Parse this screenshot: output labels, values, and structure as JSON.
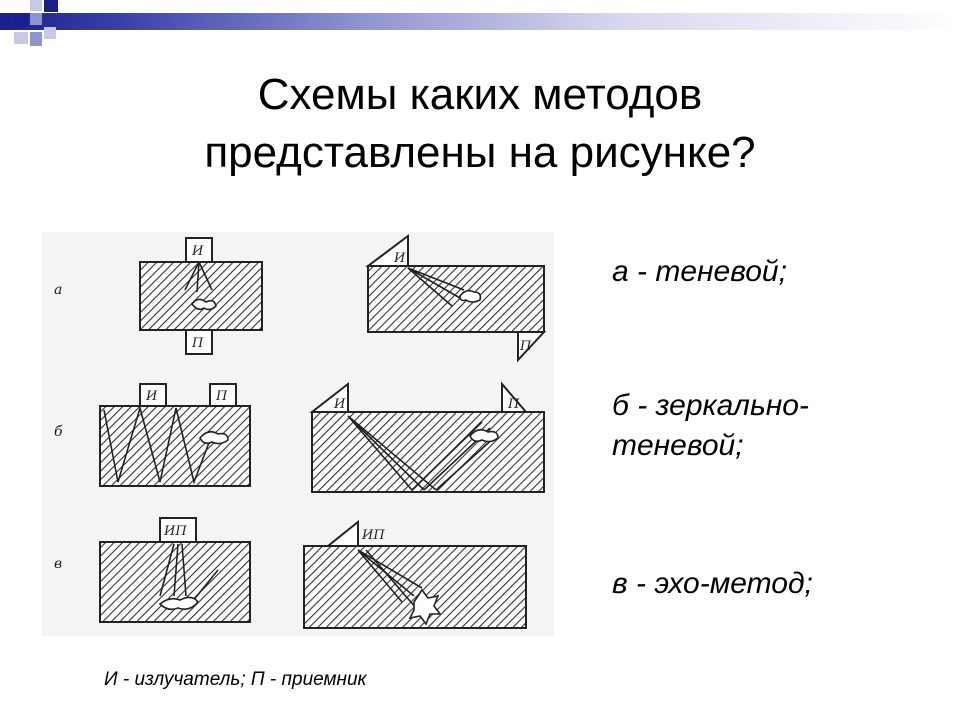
{
  "slide": {
    "title_line1": "Схемы каких методов",
    "title_line2": "представлены на рисунке?",
    "answers": [
      "а - теневой;",
      " б - зеркально-\nтеневой;",
      "в - эхо-метод;"
    ],
    "caption": "И - излучатель; П - приемник",
    "colors": {
      "accent": "#1a1f8c",
      "accent_light": "#8f93cf",
      "text": "#000000"
    }
  },
  "figure": {
    "row_labels": [
      "а",
      "б",
      "в"
    ],
    "transducer_labels": {
      "emitter": "И",
      "receiver": "П",
      "combined": "ИП"
    }
  }
}
